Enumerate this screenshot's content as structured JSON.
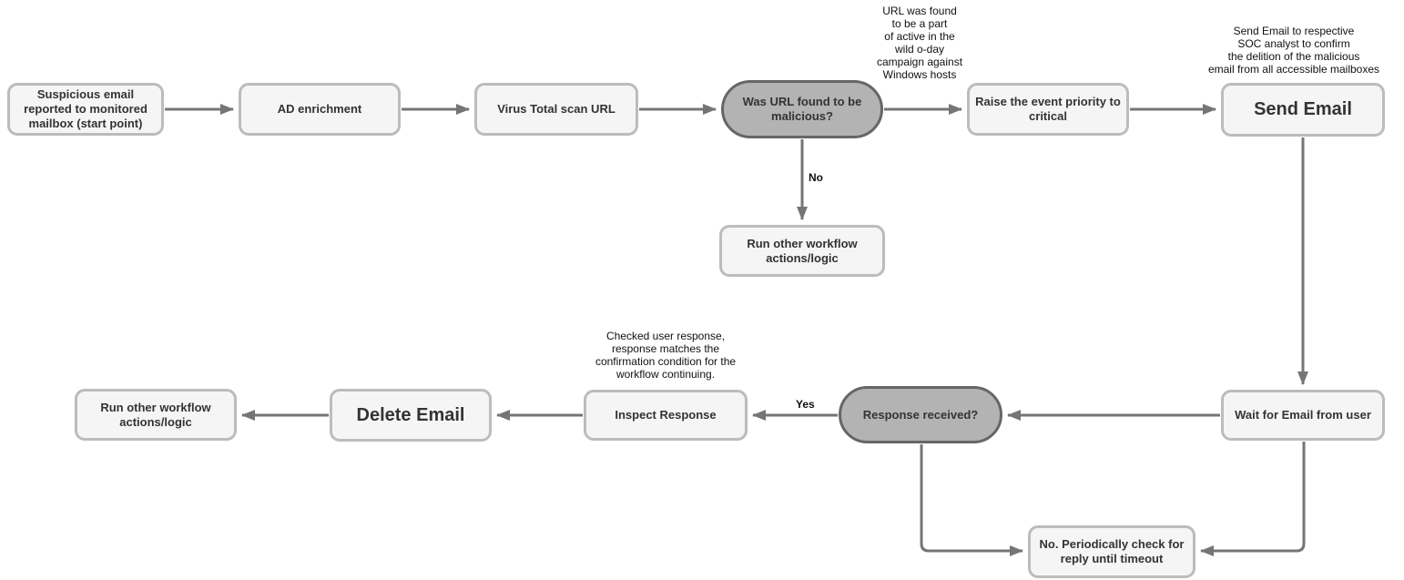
{
  "diagram": {
    "nodes": {
      "start": {
        "label": "Suspicious email\nreported to monitored\nmailbox (start point)",
        "type": "process"
      },
      "ad_enrichment": {
        "label": "AD enrichment",
        "type": "process"
      },
      "virus_total_scan": {
        "label": "Virus Total scan URL",
        "type": "process"
      },
      "url_malicious_decision": {
        "label": "Was URL found to be\nmalicious?",
        "type": "decision"
      },
      "raise_priority": {
        "label": "Raise the event priority to\ncritical",
        "type": "process"
      },
      "send_email": {
        "label": "Send Email",
        "type": "process-emphasized"
      },
      "run_other_workflow_top": {
        "label": "Run other workflow\nactions/logic",
        "type": "process"
      },
      "wait_for_email": {
        "label": "Wait for Email from user",
        "type": "process"
      },
      "response_received_decision": {
        "label": "Response received?",
        "type": "decision"
      },
      "inspect_response": {
        "label": "Inspect Response",
        "type": "process"
      },
      "delete_email": {
        "label": "Delete Email",
        "type": "process-emphasized"
      },
      "run_other_workflow_bottom": {
        "label": "Run other workflow\nactions/logic",
        "type": "process"
      },
      "periodic_check": {
        "label": "No. Periodically check for\nreply until timeout",
        "type": "process"
      }
    },
    "annotations": {
      "zero_day_campaign": "URL was found\nto be a part\nof active in the\nwild o-day\ncampaign against\nWindows hosts",
      "soc_analyst_email": "Send Email to respective\nSOC analyst to confirm\nthe delition of the malicious\nemail from all accessible mailboxes",
      "checked_user_response": "Checked user response,\nresponse matches the\nconfirmation condition for the\nworkflow continuing."
    },
    "edge_labels": {
      "no": "No",
      "yes": "Yes"
    },
    "colors": {
      "process_fill": "#f5f5f5",
      "process_border": "#bcbcbc",
      "decision_fill": "#b3b3b3",
      "decision_border": "#666666",
      "arrow": "#757575",
      "label_text": "#333333",
      "annotation_text": "#111111",
      "background": "#ffffff"
    }
  }
}
